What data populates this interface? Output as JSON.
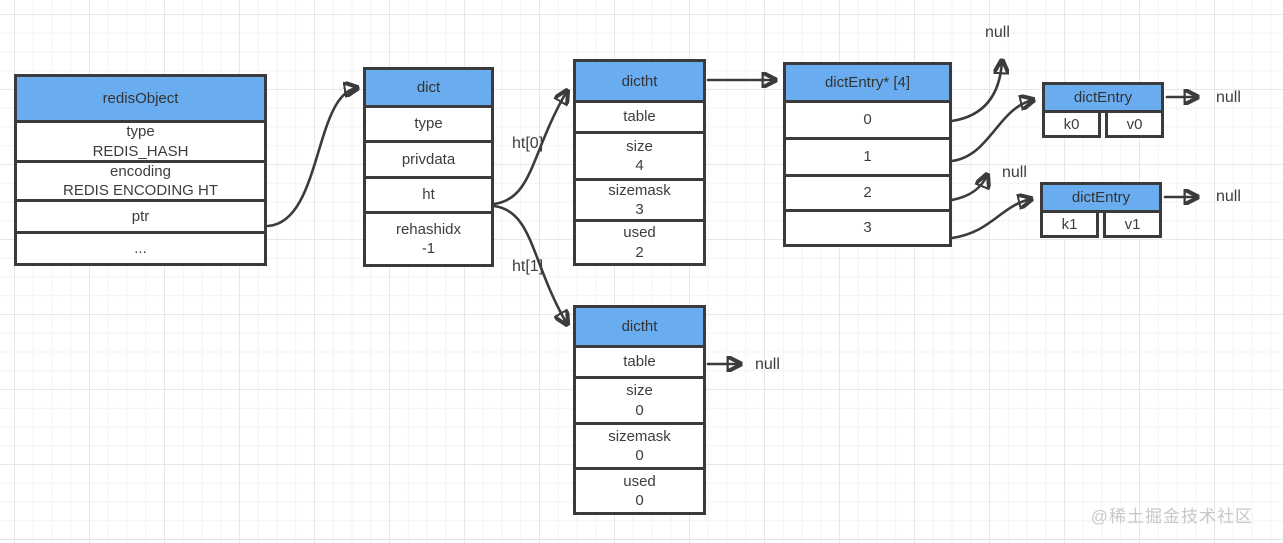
{
  "colors": {
    "header_fill": "#69adf0",
    "line": "#3b3b3b",
    "grid_minor": "#f3f3f3",
    "grid_major": "#e7e7e7",
    "watermark_gray": "#c8c8c8"
  },
  "boxes": {
    "redisObject": {
      "title": "redisObject",
      "rows": [
        "type\nREDIS_HASH",
        "encoding\nREDIS ENCODING HT",
        "ptr",
        "..."
      ]
    },
    "dict": {
      "title": "dict",
      "rows": [
        "type",
        "privdata",
        "ht",
        "rehashidx\n-1"
      ]
    },
    "dictht0": {
      "title": "dictht",
      "rows": [
        "table",
        "size\n4",
        "sizemask\n3",
        "used\n2"
      ]
    },
    "dictEntryArray": {
      "title": "dictEntry* [4]",
      "rows": [
        "0",
        "1",
        "2",
        "3"
      ]
    },
    "dictEntry0": {
      "title": "dictEntry",
      "key": "k0",
      "value": "v0"
    },
    "dictEntry1": {
      "title": "dictEntry",
      "key": "k1",
      "value": "v1"
    },
    "dictht1": {
      "title": "dictht",
      "rows": [
        "table",
        "size\n0",
        "sizemask\n0",
        "used\n0"
      ]
    }
  },
  "labels": {
    "ht0": "ht[0]",
    "ht1": "ht[1]",
    "null_bucket0": "null",
    "null_bucket2": "null",
    "null_entry0_next": "null",
    "null_entry1_next": "null",
    "null_ht1_table": "null"
  },
  "watermark": "@稀土掘金技术社区"
}
